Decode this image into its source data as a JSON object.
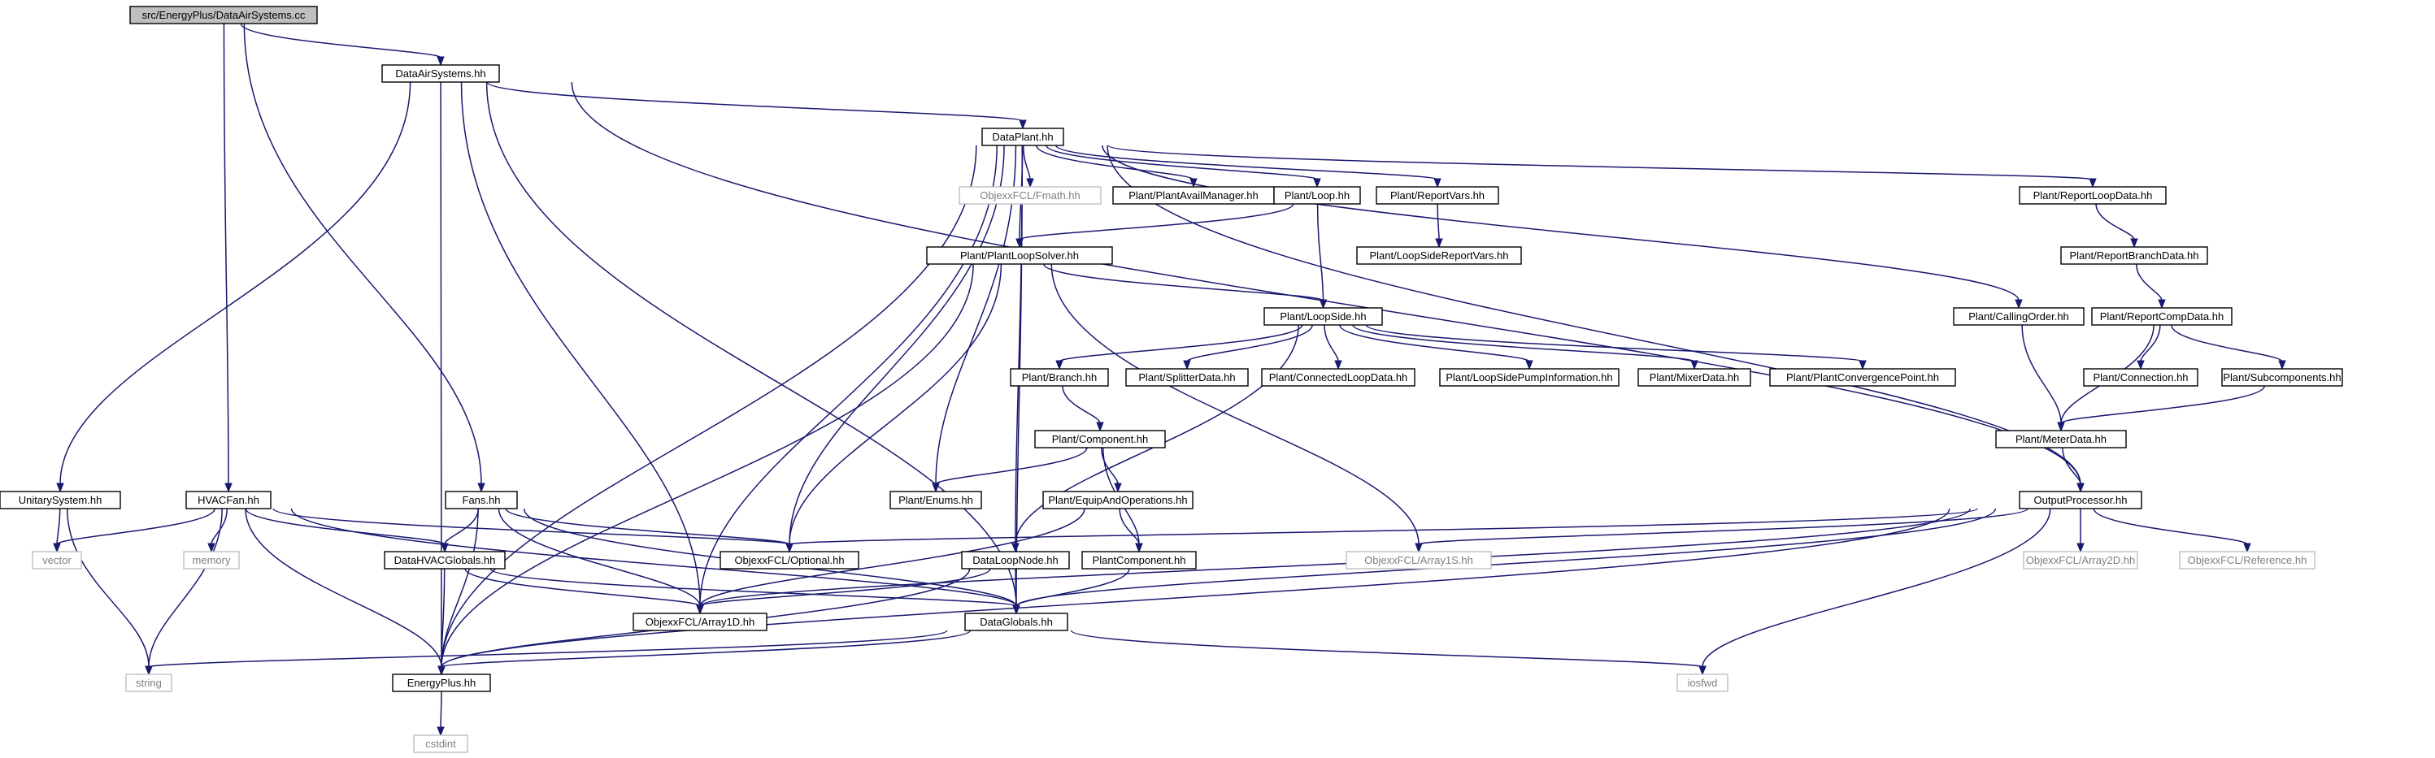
{
  "diagram": {
    "nodes": [
      {
        "id": "root",
        "label": "src/EnergyPlus/DataAirSystems.cc",
        "kind": "root"
      },
      {
        "id": "das",
        "label": "DataAirSystems.hh",
        "kind": "normal"
      },
      {
        "id": "dp",
        "label": "DataPlant.hh",
        "kind": "normal"
      },
      {
        "id": "fmath",
        "label": "ObjexxFCL/Fmath.hh",
        "kind": "external"
      },
      {
        "id": "pam",
        "label": "Plant/PlantAvailManager.hh",
        "kind": "normal"
      },
      {
        "id": "loop",
        "label": "Plant/Loop.hh",
        "kind": "normal"
      },
      {
        "id": "rv",
        "label": "Plant/ReportVars.hh",
        "kind": "normal"
      },
      {
        "id": "rld",
        "label": "Plant/ReportLoopData.hh",
        "kind": "normal"
      },
      {
        "id": "lsrv",
        "label": "Plant/LoopSideReportVars.hh",
        "kind": "normal"
      },
      {
        "id": "rbd",
        "label": "Plant/ReportBranchData.hh",
        "kind": "normal"
      },
      {
        "id": "pls",
        "label": "Plant/PlantLoopSolver.hh",
        "kind": "normal"
      },
      {
        "id": "ls",
        "label": "Plant/LoopSide.hh",
        "kind": "normal"
      },
      {
        "id": "co",
        "label": "Plant/CallingOrder.hh",
        "kind": "normal"
      },
      {
        "id": "rcd",
        "label": "Plant/ReportCompData.hh",
        "kind": "normal"
      },
      {
        "id": "br",
        "label": "Plant/Branch.hh",
        "kind": "normal"
      },
      {
        "id": "sd",
        "label": "Plant/SplitterData.hh",
        "kind": "normal"
      },
      {
        "id": "cld",
        "label": "Plant/ConnectedLoopData.hh",
        "kind": "normal"
      },
      {
        "id": "lspi",
        "label": "Plant/LoopSidePumpInformation.hh",
        "kind": "normal"
      },
      {
        "id": "md",
        "label": "Plant/MixerData.hh",
        "kind": "normal"
      },
      {
        "id": "pcp",
        "label": "Plant/PlantConvergencePoint.hh",
        "kind": "normal"
      },
      {
        "id": "conn",
        "label": "Plant/Connection.hh",
        "kind": "normal"
      },
      {
        "id": "sub",
        "label": "Plant/Subcomponents.hh",
        "kind": "normal"
      },
      {
        "id": "comp",
        "label": "Plant/Component.hh",
        "kind": "normal"
      },
      {
        "id": "meter",
        "label": "Plant/MeterData.hh",
        "kind": "normal"
      },
      {
        "id": "us",
        "label": "UnitarySystem.hh",
        "kind": "normal"
      },
      {
        "id": "hvf",
        "label": "HVACFan.hh",
        "kind": "normal"
      },
      {
        "id": "fans",
        "label": "Fans.hh",
        "kind": "normal"
      },
      {
        "id": "eao",
        "label": "Plant/EquipAndOperations.hh",
        "kind": "normal"
      },
      {
        "id": "enums",
        "label": "Plant/Enums.hh",
        "kind": "normal"
      },
      {
        "id": "op",
        "label": "OutputProcessor.hh",
        "kind": "normal"
      },
      {
        "id": "vector",
        "label": "vector",
        "kind": "external"
      },
      {
        "id": "memory",
        "label": "memory",
        "kind": "external"
      },
      {
        "id": "dhg",
        "label": "DataHVACGlobals.hh",
        "kind": "normal"
      },
      {
        "id": "opt",
        "label": "ObjexxFCL/Optional.hh",
        "kind": "normal"
      },
      {
        "id": "dln",
        "label": "DataLoopNode.hh",
        "kind": "normal"
      },
      {
        "id": "pc",
        "label": "PlantComponent.hh",
        "kind": "normal"
      },
      {
        "id": "a1s",
        "label": "ObjexxFCL/Array1S.hh",
        "kind": "external"
      },
      {
        "id": "a2d",
        "label": "ObjexxFCL/Array2D.hh",
        "kind": "external"
      },
      {
        "id": "ref",
        "label": "ObjexxFCL/Reference.hh",
        "kind": "external"
      },
      {
        "id": "a1d",
        "label": "ObjexxFCL/Array1D.hh",
        "kind": "normal"
      },
      {
        "id": "dg",
        "label": "DataGlobals.hh",
        "kind": "normal"
      },
      {
        "id": "string",
        "label": "string",
        "kind": "external"
      },
      {
        "id": "ep",
        "label": "EnergyPlus.hh",
        "kind": "normal"
      },
      {
        "id": "iosfwd",
        "label": "iosfwd",
        "kind": "external"
      },
      {
        "id": "cstdint",
        "label": "cstdint",
        "kind": "external"
      }
    ],
    "edges": [
      [
        "root",
        "das"
      ],
      [
        "root",
        "hvf"
      ],
      [
        "root",
        "fans"
      ],
      [
        "das",
        "dp"
      ],
      [
        "das",
        "us"
      ],
      [
        "das",
        "ep"
      ],
      [
        "das",
        "a1d"
      ],
      [
        "das",
        "dg"
      ],
      [
        "das",
        "op"
      ],
      [
        "dp",
        "fmath"
      ],
      [
        "dp",
        "pam"
      ],
      [
        "dp",
        "loop"
      ],
      [
        "dp",
        "rv"
      ],
      [
        "dp",
        "rld"
      ],
      [
        "dp",
        "pls"
      ],
      [
        "dp",
        "co"
      ],
      [
        "dp",
        "enums"
      ],
      [
        "dp",
        "opt"
      ],
      [
        "dp",
        "dln"
      ],
      [
        "dp",
        "a1d"
      ],
      [
        "dp",
        "dg"
      ],
      [
        "dp",
        "ep"
      ],
      [
        "dp",
        "op"
      ],
      [
        "loop",
        "pls"
      ],
      [
        "loop",
        "ls"
      ],
      [
        "rv",
        "lsrv"
      ],
      [
        "rld",
        "rbd"
      ],
      [
        "rbd",
        "rcd"
      ],
      [
        "rcd",
        "conn"
      ],
      [
        "rcd",
        "sub"
      ],
      [
        "rcd",
        "meter"
      ],
      [
        "sub",
        "meter"
      ],
      [
        "co",
        "meter"
      ],
      [
        "meter",
        "op"
      ],
      [
        "pls",
        "ls"
      ],
      [
        "pls",
        "opt"
      ],
      [
        "pls",
        "a1s"
      ],
      [
        "pls",
        "ep"
      ],
      [
        "ls",
        "br"
      ],
      [
        "ls",
        "sd"
      ],
      [
        "ls",
        "cld"
      ],
      [
        "ls",
        "lspi"
      ],
      [
        "ls",
        "md"
      ],
      [
        "ls",
        "pcp"
      ],
      [
        "ls",
        "dln"
      ],
      [
        "br",
        "comp"
      ],
      [
        "comp",
        "enums"
      ],
      [
        "comp",
        "eao"
      ],
      [
        "comp",
        "pc"
      ],
      [
        "eao",
        "pc"
      ],
      [
        "eao",
        "a1d"
      ],
      [
        "pc",
        "dg"
      ],
      [
        "dln",
        "a1d"
      ],
      [
        "dln",
        "dg"
      ],
      [
        "dln",
        "ep"
      ],
      [
        "op",
        "opt"
      ],
      [
        "op",
        "a1s"
      ],
      [
        "op",
        "a2d"
      ],
      [
        "op",
        "ref"
      ],
      [
        "op",
        "a1d"
      ],
      [
        "op",
        "dg"
      ],
      [
        "op",
        "ep"
      ],
      [
        "op",
        "iosfwd"
      ],
      [
        "us",
        "vector"
      ],
      [
        "us",
        "string"
      ],
      [
        "hvf",
        "vector"
      ],
      [
        "hvf",
        "memory"
      ],
      [
        "hvf",
        "string"
      ],
      [
        "hvf",
        "dhg"
      ],
      [
        "hvf",
        "opt"
      ],
      [
        "hvf",
        "dg"
      ],
      [
        "hvf",
        "ep"
      ],
      [
        "fans",
        "dhg"
      ],
      [
        "fans",
        "opt"
      ],
      [
        "fans",
        "a1d"
      ],
      [
        "fans",
        "dg"
      ],
      [
        "fans",
        "ep"
      ],
      [
        "dhg",
        "a1d"
      ],
      [
        "dhg",
        "dg"
      ],
      [
        "dhg",
        "ep"
      ],
      [
        "dg",
        "string"
      ],
      [
        "dg",
        "ep"
      ],
      [
        "dg",
        "iosfwd"
      ],
      [
        "ep",
        "cstdint"
      ]
    ]
  }
}
